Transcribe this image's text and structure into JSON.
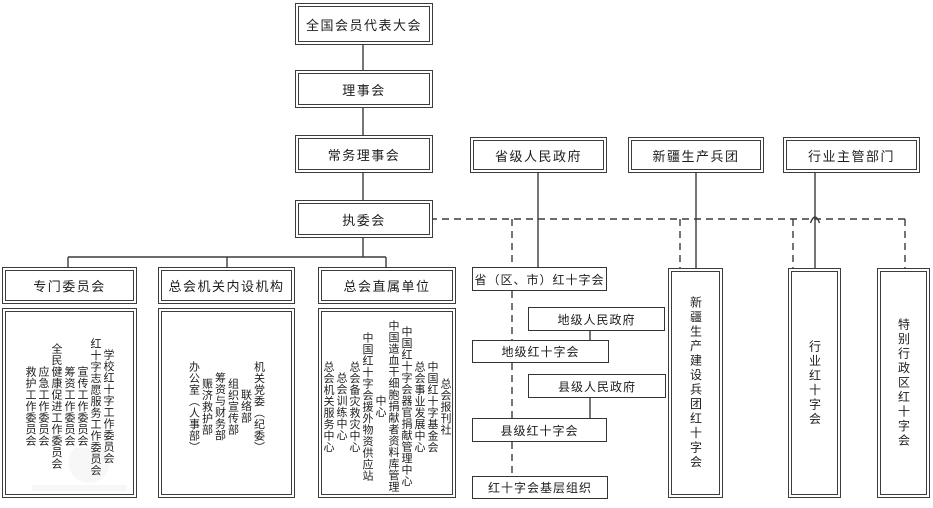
{
  "diagram": "organizational-chart",
  "colors": {
    "line": "#3c3c3c",
    "border": "#3c3c3c",
    "background": "#ffffff",
    "text": "#1d1d1d"
  },
  "nodes": {
    "national_congress": "全国会员代表大会",
    "council": "理事会",
    "standing_council": "常务理事会",
    "executive_committee": "执委会",
    "provincial_government": "省级人民政府",
    "xinjiang_corps": "新疆生产兵团",
    "industry_department": "行业主管部门",
    "provincial_red_cross": "省（区、市）红十字会",
    "prefecture_government": "地级人民政府",
    "prefecture_red_cross": "地级红十字会",
    "county_government": "县级人民政府",
    "county_red_cross": "县级红十字会",
    "grassroots_org": "红十字会基层组织",
    "corps_red_cross": "新疆生产建设兵团红十字会",
    "industry_red_cross": "行业红十字会",
    "sar_red_cross": "特别行政区红十字会"
  },
  "columns": {
    "special_committees": {
      "header": "专门委员会",
      "items": [
        "学校红十字工作委员会",
        "红十字志愿服务工作委员会",
        "宣传工作委员会",
        "筹资工作委员会",
        "全民健康促进工作委员会",
        "应急工作委员会",
        "救护工作委员会"
      ]
    },
    "internal_organs": {
      "header": "总会机关内设机构",
      "items": [
        "机关党委（纪委）",
        "联络部",
        "组织宣传部",
        "筹资与财务部",
        "赈济救护部",
        "办公室（人事部）"
      ]
    },
    "direct_units": {
      "header": "总会直属单位",
      "items": [
        "总会报刊社",
        "中国红十字基金会",
        "总会事业发展中心",
        "中国红十字会器官捐献管理中心",
        "中国造血干细胞捐献者资料库管理中心",
        "中国红十字会援外物资供应站",
        "总会备灾救灾中心",
        "总会训练中心",
        "总会机关服务中心"
      ]
    }
  },
  "edges": {
    "solid": [
      "全国会员代表大会→理事会",
      "理事会→常务理事会",
      "常务理事会→执委会",
      "执委会→专门委员会/总会机关内设机构/总会直属单位",
      "省级人民政府→省（区、市）红十字会",
      "新疆生产兵团→新疆生产建设兵团红十字会",
      "行业主管部门→行业红十字会",
      "地级人民政府→地级红十字会",
      "县级人民政府→县级红十字会"
    ],
    "dashed": [
      "执委会⇢省（区、市）红十字会",
      "执委会⇢新疆生产建设兵团红十字会",
      "执委会⇢行业红十字会",
      "执委会⇢特别行政区红十字会",
      "省（区、市）红十字会⇢地级红十字会",
      "地级红十字会⇢县级红十字会",
      "县级红十字会⇢红十字会基层组织"
    ]
  }
}
